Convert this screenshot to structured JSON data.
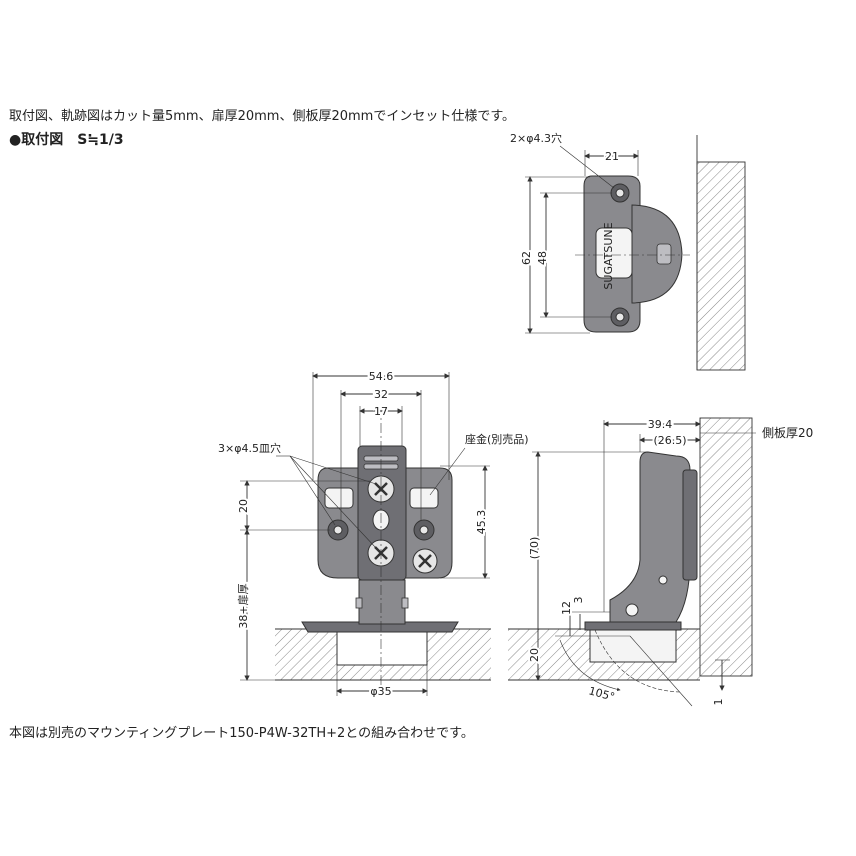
{
  "header_note": "取付図、軌跡図はカット量5mm、扉厚20mm、側板厚20mmでインセット仕様です。",
  "section_title": "●取付図　S≒1/3",
  "footer_note": "本図は別売のマウンティングプレート150-P4W-32TH+2との組み合わせです。",
  "top_view": {
    "hole_label": "2×φ4.3穴",
    "dim_width": "21",
    "dim_height_outer": "62",
    "dim_height_inner": "48"
  },
  "front_view": {
    "dim_overall": "54.6",
    "dim_mid": "32",
    "dim_inner": "17",
    "screw_label": "3×φ4.5皿穴",
    "washer_label": "座金(別売品)",
    "dim_side_height": "45.3",
    "dim_left_20": "20",
    "dim_left_door": "38+扉厚",
    "dim_cup": "φ35"
  },
  "side_view": {
    "dim_top": "39.4",
    "dim_top_paren": "(26.5)",
    "side_panel_label": "側板厚20",
    "dim_height_paren": "(70)",
    "dim_12": "12",
    "dim_3": "3",
    "dim_20": "20",
    "angle_label": "105°",
    "dim_1": "1"
  },
  "colors": {
    "metal": "#8a8a8e",
    "metal_dark": "#6f6f74",
    "line": "#333333"
  }
}
